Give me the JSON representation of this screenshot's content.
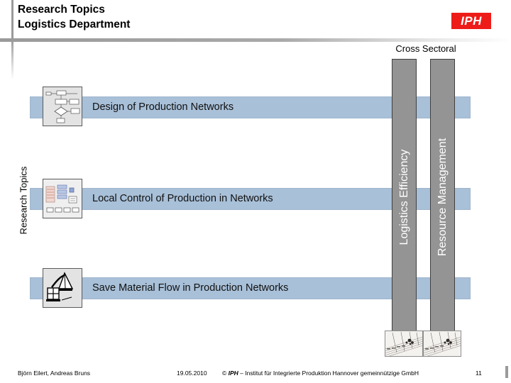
{
  "header": {
    "title": "Research Topics\nLogistics Department",
    "logo_text": "IPH",
    "logo_color": "#ee1c18"
  },
  "diagram": {
    "top_caption": "Cross Sectoral",
    "left_axis_label": "Research Topics",
    "bar_color": "#a8c0d8",
    "pillar_color": "#949494",
    "rows": [
      {
        "label": "Design of Production Networks",
        "icon": "flowchart-thumbnail-icon"
      },
      {
        "label": "Local Control of Production in Networks",
        "icon": "network-diagram-thumbnail-icon"
      },
      {
        "label": "Save Material Flow in Production Networks",
        "icon": "robot-arm-boxes-icon"
      }
    ],
    "pillars": [
      {
        "label": "Logistics Efficiency",
        "photo": "technical-drawing-photo"
      },
      {
        "label": "Resource Management",
        "photo": "technical-drawing-photo"
      }
    ]
  },
  "footer": {
    "author": "Björn Eilert, Andreas Bruns",
    "date": "19.05.2010",
    "copyright_prefix": "© ",
    "copyright_brand": "IPH",
    "copyright_suffix": " – Institut für Integrierte Produktion Hannover gemeinnützige GmbH",
    "page_number": "11"
  }
}
